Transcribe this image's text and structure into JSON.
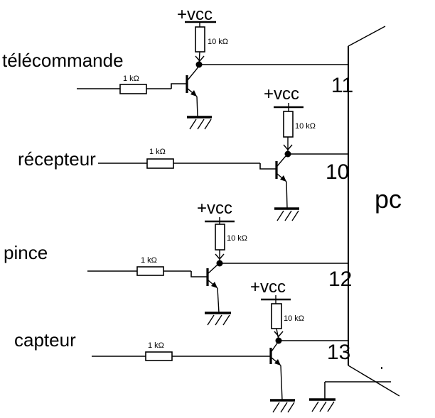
{
  "diagram": {
    "type": "transistor-interface-schematic",
    "connector": {
      "label": "pc"
    },
    "channels": [
      {
        "name": "télécommande",
        "series_resistor": "1 kΩ",
        "pullup_resistor": "10 kΩ",
        "supply": "+vcc",
        "pin": "11"
      },
      {
        "name": "récepteur",
        "series_resistor": "1 kΩ",
        "pullup_resistor": "10 kΩ",
        "supply": "+vcc",
        "pin": "10"
      },
      {
        "name": "pince",
        "series_resistor": "1 kΩ",
        "pullup_resistor": "10 kΩ",
        "supply": "+vcc",
        "pin": "12"
      },
      {
        "name": "capteur",
        "series_resistor": "1 kΩ",
        "pullup_resistor": "10 kΩ",
        "supply": "+vcc",
        "pin": "13"
      }
    ],
    "colors": {
      "wire": "#000000",
      "value_label": "#9999dd",
      "text": "#000000",
      "background": "#ffffff"
    }
  }
}
